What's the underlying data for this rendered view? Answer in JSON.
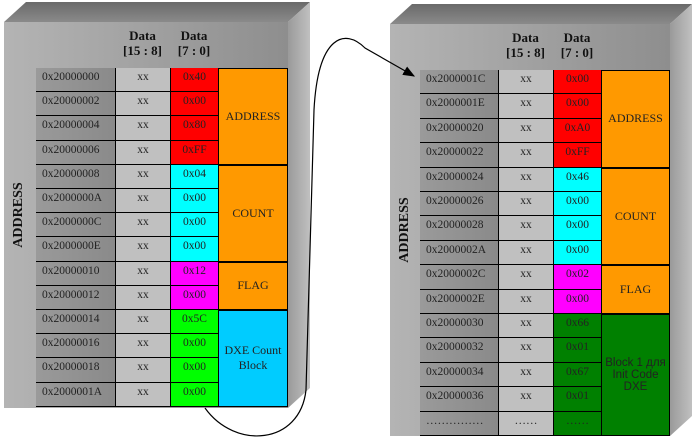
{
  "left": {
    "axis_label": "ADDRESS",
    "col1": "Data\n[15 : 8]",
    "col2": "Data\n[7 : 0]",
    "rows": [
      {
        "addr": "0x20000000",
        "hi": "xx",
        "lo": "0x40",
        "color": "#ff0000"
      },
      {
        "addr": "0x20000002",
        "hi": "xx",
        "lo": "0x00",
        "color": "#ff0000"
      },
      {
        "addr": "0x20000004",
        "hi": "xx",
        "lo": "0x80",
        "color": "#ff0000"
      },
      {
        "addr": "0x20000006",
        "hi": "xx",
        "lo": "0xFF",
        "color": "#ff0000"
      },
      {
        "addr": "0x20000008",
        "hi": "xx",
        "lo": "0x04",
        "color": "#00ffff"
      },
      {
        "addr": "0x2000000A",
        "hi": "xx",
        "lo": "0x00",
        "color": "#00ffff"
      },
      {
        "addr": "0x2000000C",
        "hi": "xx",
        "lo": "0x00",
        "color": "#00ffff"
      },
      {
        "addr": "0x2000000E",
        "hi": "xx",
        "lo": "0x00",
        "color": "#00ffff"
      },
      {
        "addr": "0x20000010",
        "hi": "xx",
        "lo": "0x12",
        "color": "#ff00ff"
      },
      {
        "addr": "0x20000012",
        "hi": "xx",
        "lo": "0x00",
        "color": "#ff00ff"
      },
      {
        "addr": "0x20000014",
        "hi": "xx",
        "lo": "0x5C",
        "color": "#00ff00"
      },
      {
        "addr": "0x20000016",
        "hi": "xx",
        "lo": "0x00",
        "color": "#00ff00"
      },
      {
        "addr": "0x20000018",
        "hi": "xx",
        "lo": "0x00",
        "color": "#00ff00"
      },
      {
        "addr": "0x2000001A",
        "hi": "xx",
        "lo": "0x00",
        "color": "#00ff00"
      }
    ],
    "groups": [
      {
        "label": "ADDRESS",
        "start": 0,
        "count": 4,
        "color": "#ff9900"
      },
      {
        "label": "COUNT",
        "start": 4,
        "count": 4,
        "color": "#ff9900"
      },
      {
        "label": "FLAG",
        "start": 8,
        "count": 2,
        "color": "#ff9900"
      },
      {
        "label": "DXE Count Block",
        "start": 10,
        "count": 4,
        "color": "#00ccff"
      }
    ]
  },
  "right": {
    "axis_label": "ADDRESS",
    "col1": "Data\n[15 : 8]",
    "col2": "Data\n[7 : 0]",
    "rows": [
      {
        "addr": "0x2000001C",
        "hi": "xx",
        "lo": "0x00",
        "color": "#ff0000"
      },
      {
        "addr": "0x2000001E",
        "hi": "xx",
        "lo": "0x00",
        "color": "#ff0000"
      },
      {
        "addr": "0x20000020",
        "hi": "xx",
        "lo": "0xA0",
        "color": "#ff0000"
      },
      {
        "addr": "0x20000022",
        "hi": "xx",
        "lo": "0xFF",
        "color": "#ff0000"
      },
      {
        "addr": "0x20000024",
        "hi": "xx",
        "lo": "0x46",
        "color": "#00ffff"
      },
      {
        "addr": "0x20000026",
        "hi": "xx",
        "lo": "0x00",
        "color": "#00ffff"
      },
      {
        "addr": "0x20000028",
        "hi": "xx",
        "lo": "0x00",
        "color": "#00ffff"
      },
      {
        "addr": "0x2000002A",
        "hi": "xx",
        "lo": "0x00",
        "color": "#00ffff"
      },
      {
        "addr": "0x2000002C",
        "hi": "xx",
        "lo": "0x02",
        "color": "#ff00ff"
      },
      {
        "addr": "0x2000002E",
        "hi": "xx",
        "lo": "0x00",
        "color": "#ff00ff"
      },
      {
        "addr": "0x20000030",
        "hi": "xx",
        "lo": "0x66",
        "color": "#008000"
      },
      {
        "addr": "0x20000032",
        "hi": "xx",
        "lo": "0x01",
        "color": "#008000"
      },
      {
        "addr": "0x20000034",
        "hi": "xx",
        "lo": "0x67",
        "color": "#008000"
      },
      {
        "addr": "0x20000036",
        "hi": "xx",
        "lo": "0x01",
        "color": "#008000"
      },
      {
        "addr": "……………",
        "hi": "……",
        "lo": "……",
        "color": "#008000"
      }
    ],
    "groups": [
      {
        "label": "ADDRESS",
        "start": 0,
        "count": 4,
        "color": "#ff9900"
      },
      {
        "label": "COUNT",
        "start": 4,
        "count": 4,
        "color": "#ff9900"
      },
      {
        "label": "FLAG",
        "start": 8,
        "count": 2,
        "color": "#ff9900"
      },
      {
        "label": "Block 1 для Init Code DXE",
        "start": 10,
        "count": 5,
        "color": "#008000",
        "sans": true
      }
    ]
  }
}
